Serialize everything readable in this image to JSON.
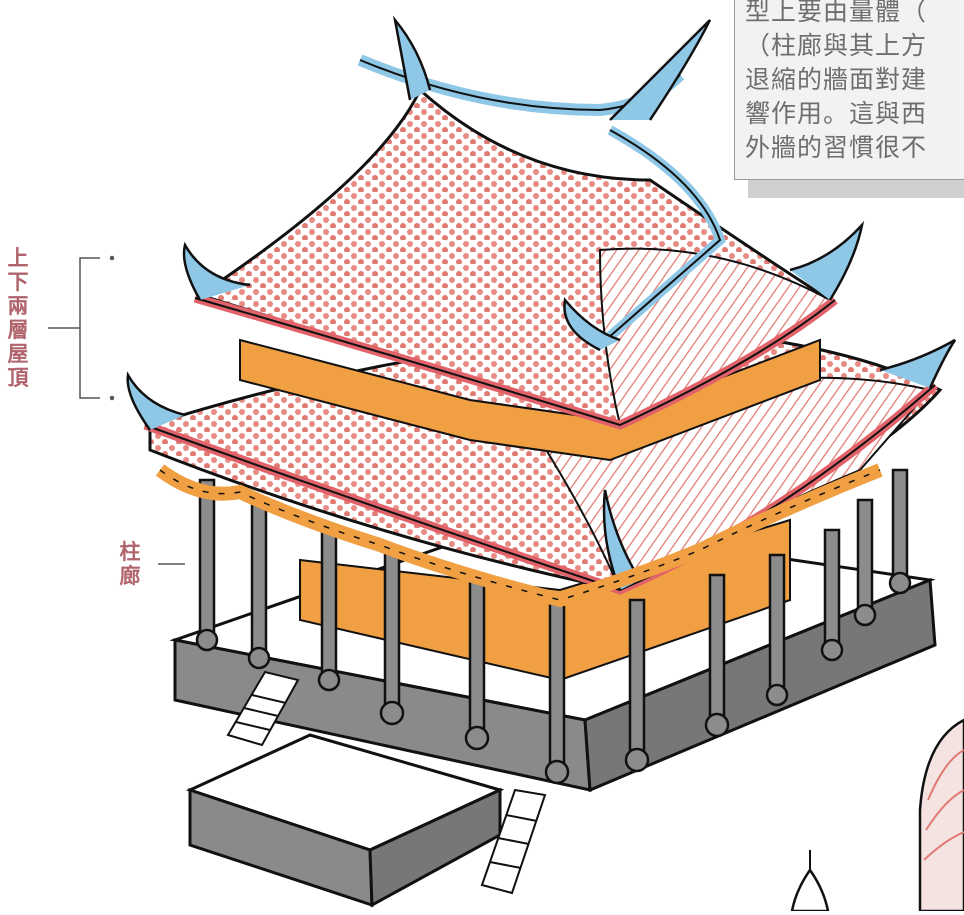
{
  "note": {
    "lines": [
      "型上要由量體（",
      "（柱廊與其上方",
      "退縮的牆面對建",
      "響作用。這與西",
      "外牆的習慣很不"
    ]
  },
  "labels": {
    "roofs": [
      "上",
      "下",
      "兩",
      "層",
      "屋",
      "頂"
    ],
    "colonnade": [
      "柱",
      "廊"
    ]
  },
  "colors": {
    "label": "#b0636b",
    "roof_tile": "#e07a72",
    "roof_edge": "#8fc7e6",
    "column": "#8c8c8c",
    "wall": "#f0a043",
    "base": "#8a8a8a"
  }
}
